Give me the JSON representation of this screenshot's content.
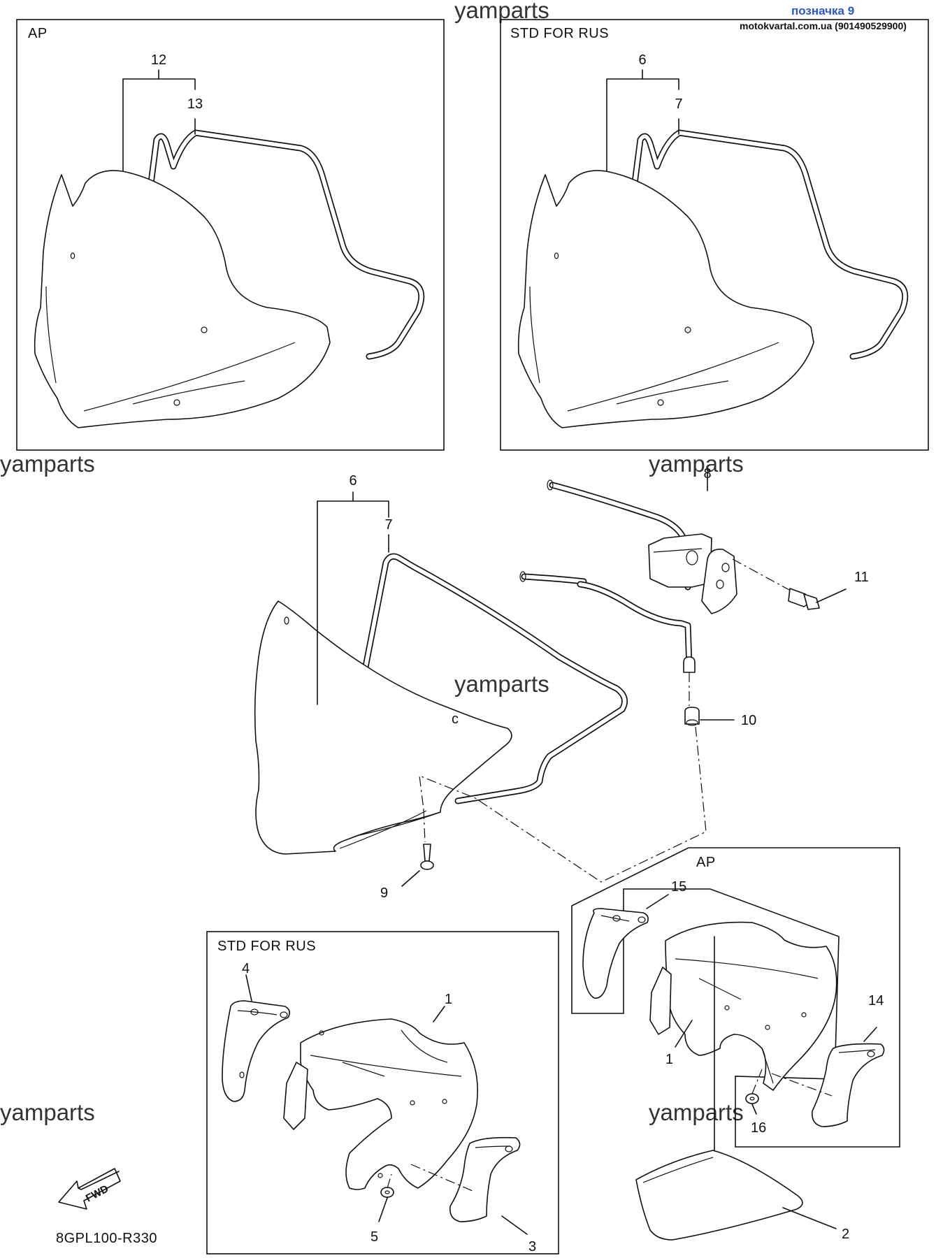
{
  "header": {
    "marking": "позначка 9",
    "source": "motokvartal.com.ua (901490529900)"
  },
  "watermark": "yamparts",
  "boxes": {
    "top_left": "AP",
    "top_right": "STD FOR RUS",
    "bottom_left": "STD FOR RUS",
    "bottom_right": "AP"
  },
  "callouts": {
    "p1": "1",
    "p1b": "1",
    "p2": "2",
    "p3": "3",
    "p4": "4",
    "p5": "5",
    "p6": "6",
    "p6b": "6",
    "p7": "7",
    "p7b": "7",
    "p8": "8",
    "p9": "9",
    "p10": "10",
    "p11": "11",
    "p12": "12",
    "p13": "13",
    "p14": "14",
    "p15": "15",
    "p16": "16"
  },
  "fwd_badge": "FWD",
  "diagram_code": "8GPL100-R330"
}
